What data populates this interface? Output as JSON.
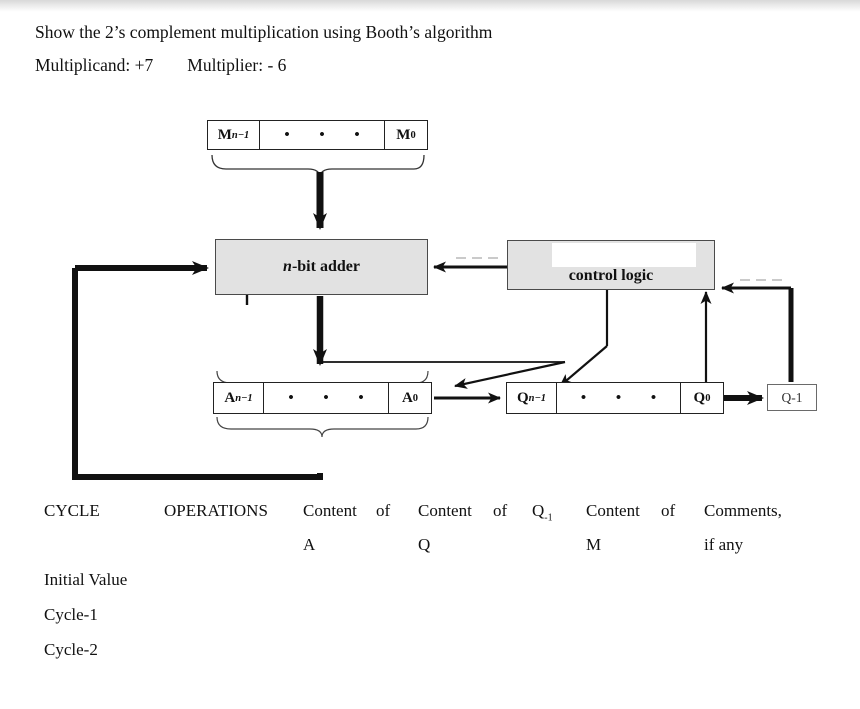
{
  "question": {
    "prompt": "Show the 2’s complement multiplication using Booth’s algorithm",
    "multiplicand_label": "Multiplicand: +7",
    "multiplier_label": "Multiplier:  - 6"
  },
  "diagram": {
    "m_register": {
      "high_bit": "M",
      "high_sub": "n−1",
      "dots": "•  •  •",
      "low_bit": "M",
      "low_sub": "0"
    },
    "adder": {
      "label_italic": "n",
      "label_rest": "-bit adder"
    },
    "control": {
      "label": "control logic"
    },
    "a_register": {
      "high_bit": "A",
      "high_sub": "n−1",
      "dots": "•  •  •",
      "low_bit": "A",
      "low_sub": "0"
    },
    "q_register": {
      "high_bit": "Q",
      "high_sub": "n−1",
      "dots": "•  •  •",
      "low_bit": "Q",
      "low_sub": "0"
    },
    "q_minus_one": {
      "label": "Q-1"
    }
  },
  "table": {
    "headers": {
      "cycle": "CYCLE",
      "operations": "OPERATIONS",
      "content_a_line1": "Content",
      "content_a_of": "of",
      "content_a_line2": "A",
      "content_q_line1": "Content",
      "content_q_of": "of",
      "content_q_line2": "Q",
      "q_minus_one": "Q",
      "q_minus_one_sub": "-1",
      "content_m_line1": "Content",
      "content_m_of": "of",
      "content_m_line2": "M",
      "comments_line1": "Comments,",
      "comments_line2": "if any"
    },
    "rows": [
      {
        "label": "Initial Value"
      },
      {
        "label": "Cycle-1"
      },
      {
        "label": "Cycle-2"
      }
    ]
  },
  "colors": {
    "unit_fill": "#e2e2e2",
    "line": "#111111",
    "page_bg": "#ffffff"
  }
}
